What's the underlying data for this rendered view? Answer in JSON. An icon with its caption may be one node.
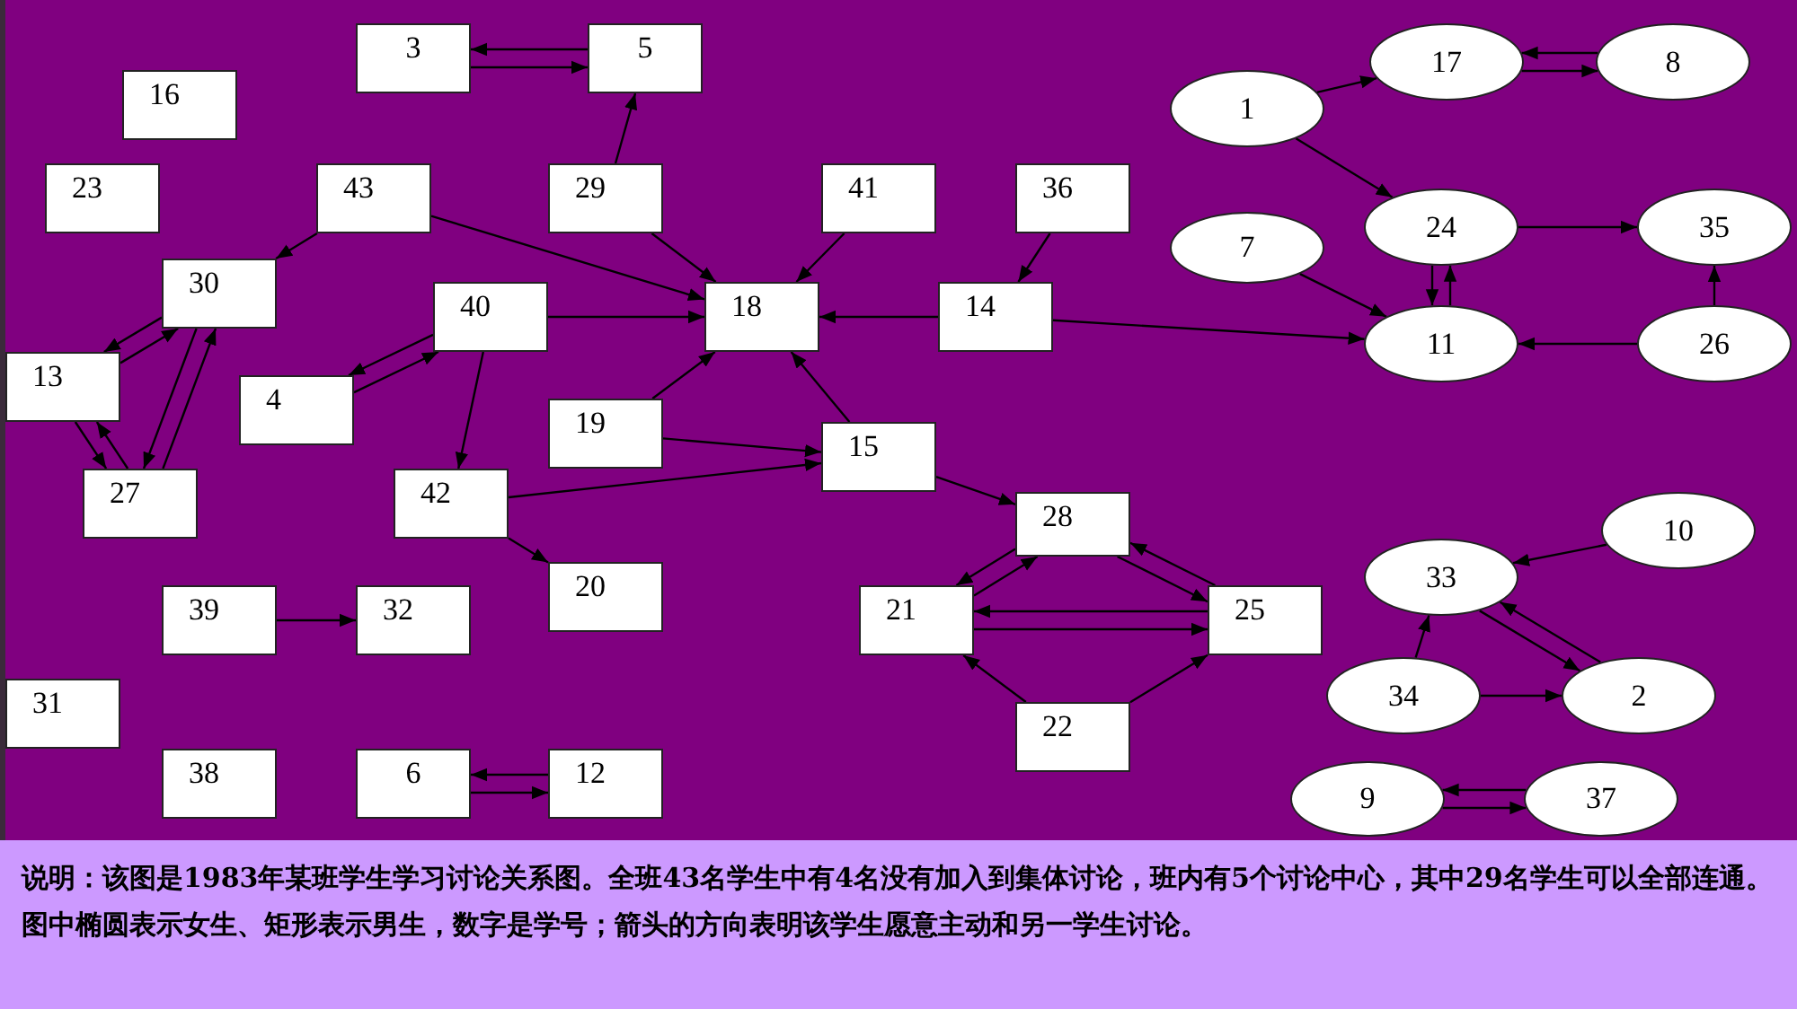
{
  "diagram": {
    "caption": "说明：该图是1983年某班学生学习讨论关系图。全班43名学生中有4名没有加入到集体讨论，班内有5个讨论中心，其中29名学生可以全部连通。图中椭圆表示女生、矩形表示男生，数字是学号；箭头的方向表明该学生愿意主动和另一学生讨论。",
    "nodes": [
      {
        "text": [
          "3"
        ]
      },
      {
        "text": [
          "5"
        ]
      },
      {
        "text": [
          "16"
        ]
      },
      {
        "text": [
          "23"
        ]
      },
      {
        "text": [
          "43"
        ]
      },
      {
        "text": [
          "29"
        ]
      },
      {
        "text": [
          "41"
        ]
      },
      {
        "text": [
          "36"
        ]
      },
      {
        "text": [
          "30"
        ]
      },
      {
        "text": [
          "40"
        ]
      },
      {
        "text": [
          "18"
        ]
      },
      {
        "text": [
          "14"
        ]
      },
      {
        "text": [
          "13"
        ]
      },
      {
        "text": [
          "4"
        ]
      },
      {
        "text": [
          "19"
        ]
      },
      {
        "text": [
          "15"
        ]
      },
      {
        "text": [
          "27"
        ]
      },
      {
        "text": [
          "42"
        ]
      },
      {
        "text": [
          "28"
        ]
      },
      {
        "text": [
          "20"
        ]
      },
      {
        "text": [
          "39"
        ]
      },
      {
        "text": [
          "32"
        ]
      },
      {
        "text": [
          "21"
        ]
      },
      {
        "text": [
          "25"
        ]
      },
      {
        "text": [
          "31"
        ]
      },
      {
        "text": [
          "22"
        ]
      },
      {
        "text": [
          "38"
        ]
      },
      {
        "text": [
          "6"
        ]
      },
      {
        "text": [
          "12"
        ]
      },
      {
        "text": [
          "17"
        ]
      },
      {
        "text": [
          "8"
        ]
      },
      {
        "text": [
          "1"
        ]
      },
      {
        "text": [
          "24"
        ]
      },
      {
        "text": [
          "35"
        ]
      },
      {
        "text": [
          "7"
        ]
      },
      {
        "text": [
          "11"
        ]
      },
      {
        "text": [
          "26"
        ]
      },
      {
        "text": [
          "10"
        ]
      },
      {
        "text": [
          "33"
        ]
      },
      {
        "text": [
          "34"
        ]
      },
      {
        "text": [
          "2"
        ]
      },
      {
        "text": [
          "9"
        ]
      },
      {
        "text": [
          "37"
        ]
      }
    ],
    "edges": [
      {
        "from": 0,
        "to": 1,
        "arrow": "to"
      },
      {
        "from": 1,
        "to": 0,
        "arrow": "to"
      },
      {
        "from": 5,
        "to": 1,
        "arrow": "to"
      },
      {
        "from": 4,
        "to": 8,
        "arrow": "to"
      },
      {
        "from": 4,
        "to": 10,
        "arrow": "to"
      },
      {
        "from": 8,
        "to": 12,
        "arrow": "to"
      },
      {
        "from": 12,
        "to": 8,
        "arrow": "to"
      },
      {
        "from": 8,
        "to": 16,
        "arrow": "to"
      },
      {
        "from": 16,
        "to": 8,
        "arrow": "to"
      },
      {
        "from": 12,
        "to": 16,
        "arrow": "to"
      },
      {
        "from": 16,
        "to": 12,
        "arrow": "to"
      },
      {
        "from": 9,
        "to": 13,
        "arrow": "to"
      },
      {
        "from": 13,
        "to": 9,
        "arrow": "to"
      },
      {
        "from": 9,
        "to": 10,
        "arrow": "to"
      },
      {
        "from": 9,
        "to": 17,
        "arrow": "to"
      },
      {
        "from": 5,
        "to": 10,
        "arrow": "to"
      },
      {
        "from": 6,
        "to": 10,
        "arrow": "to"
      },
      {
        "from": 7,
        "to": 11,
        "arrow": "to"
      },
      {
        "from": 11,
        "to": 10,
        "arrow": "to"
      },
      {
        "from": 11,
        "to": 35,
        "arrow": "to"
      },
      {
        "from": 14,
        "to": 10,
        "arrow": "to"
      },
      {
        "from": 14,
        "to": 15,
        "arrow": "to"
      },
      {
        "from": 15,
        "to": 10,
        "arrow": "to"
      },
      {
        "from": 17,
        "to": 15,
        "arrow": "to"
      },
      {
        "from": 17,
        "to": 19,
        "arrow": "to"
      },
      {
        "from": 15,
        "to": 18,
        "arrow": "to"
      },
      {
        "from": 18,
        "to": 22,
        "arrow": "to"
      },
      {
        "from": 22,
        "to": 18,
        "arrow": "to"
      },
      {
        "from": 18,
        "to": 23,
        "arrow": "to"
      },
      {
        "from": 23,
        "to": 18,
        "arrow": "to"
      },
      {
        "from": 22,
        "to": 23,
        "arrow": "to"
      },
      {
        "from": 23,
        "to": 22,
        "arrow": "to"
      },
      {
        "from": 25,
        "to": 22,
        "arrow": "to"
      },
      {
        "from": 25,
        "to": 23,
        "arrow": "to"
      },
      {
        "from": 20,
        "to": 21,
        "arrow": "to"
      },
      {
        "from": 28,
        "to": 27,
        "arrow": "to"
      },
      {
        "from": 27,
        "to": 28,
        "arrow": "to"
      },
      {
        "from": 31,
        "to": 29,
        "arrow": "to"
      },
      {
        "from": 29,
        "to": 30,
        "arrow": "to"
      },
      {
        "from": 30,
        "to": 29,
        "arrow": "to"
      },
      {
        "from": 31,
        "to": 32,
        "arrow": "to"
      },
      {
        "from": 32,
        "to": 35,
        "arrow": "to"
      },
      {
        "from": 35,
        "to": 32,
        "arrow": "to"
      },
      {
        "from": 32,
        "to": 33,
        "arrow": "to"
      },
      {
        "from": 34,
        "to": 35,
        "arrow": "to"
      },
      {
        "from": 36,
        "to": 35,
        "arrow": "to"
      },
      {
        "from": 36,
        "to": 33,
        "arrow": "to"
      },
      {
        "from": 37,
        "to": 38,
        "arrow": "to"
      },
      {
        "from": 38,
        "to": 40,
        "arrow": "to"
      },
      {
        "from": 40,
        "to": 38,
        "arrow": "to"
      },
      {
        "from": 39,
        "to": 38,
        "arrow": "to"
      },
      {
        "from": 39,
        "to": 40,
        "arrow": "to"
      },
      {
        "from": 41,
        "to": 42,
        "arrow": "to"
      },
      {
        "from": 42,
        "to": 41,
        "arrow": "to"
      }
    ]
  }
}
